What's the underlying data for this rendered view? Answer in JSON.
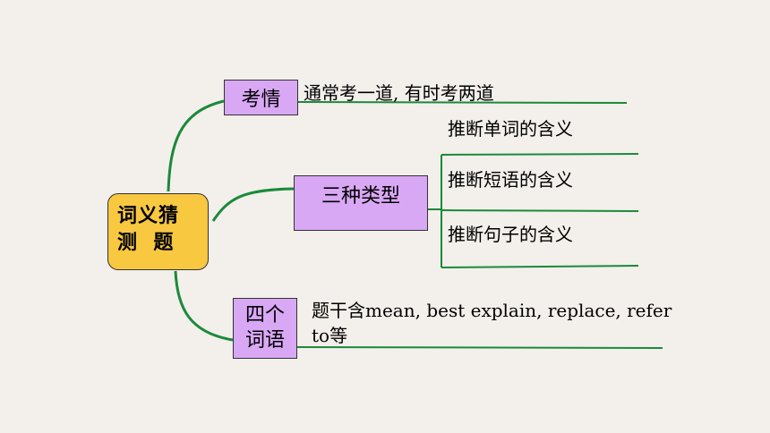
{
  "center": {
    "line1": "词义猜",
    "line2": "测  题"
  },
  "branches": {
    "kaoqing": {
      "label": "考情",
      "detail": "通常考一道, 有时考两道"
    },
    "types": {
      "label": "三种类型",
      "items": [
        "推断单词的含义",
        "推断短语的含义",
        "推断句子的含义"
      ]
    },
    "words": {
      "label_line1": "四个",
      "label_line2": "词语",
      "detail": "题干含mean, best explain, replace, refer to等"
    }
  },
  "colors": {
    "connector": "#1a8a3a",
    "center_fill": "#f7c840",
    "node_fill": "#d9a8f5",
    "background": "#f3efeb"
  }
}
